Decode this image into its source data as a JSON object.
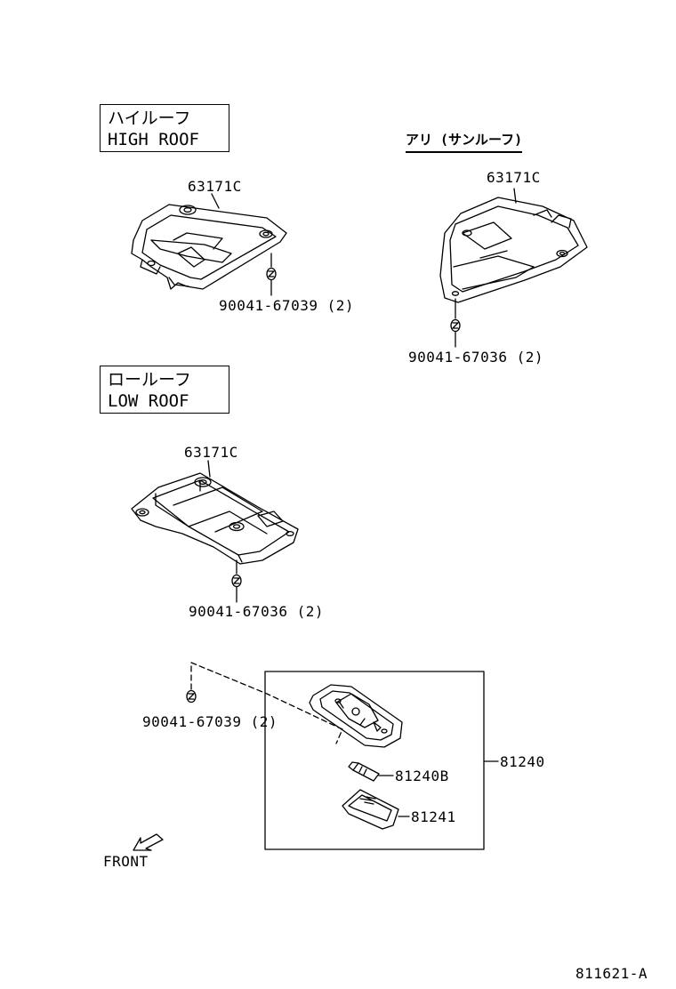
{
  "headings": {
    "high_roof_jp": "ハイルーフ",
    "high_roof_en": "HIGH ROOF",
    "low_roof_jp": "ロールーフ",
    "low_roof_en": "LOW ROOF",
    "sunroof_jp": "アリ (サンルーフ)"
  },
  "parts": {
    "high_bracket": "63171C",
    "high_screw": "90041-67039 (2)",
    "sun_bracket": "63171C",
    "sun_screw": "90041-67036 (2)",
    "low_bracket": "63171C",
    "low_screw": "90041-67036 (2)",
    "lamp_screw": "90041-67039 (2)",
    "lamp_assy": "81240",
    "bulb": "81240B",
    "lens": "81241"
  },
  "front_label": "FRONT",
  "diagram_code": "811621-A"
}
